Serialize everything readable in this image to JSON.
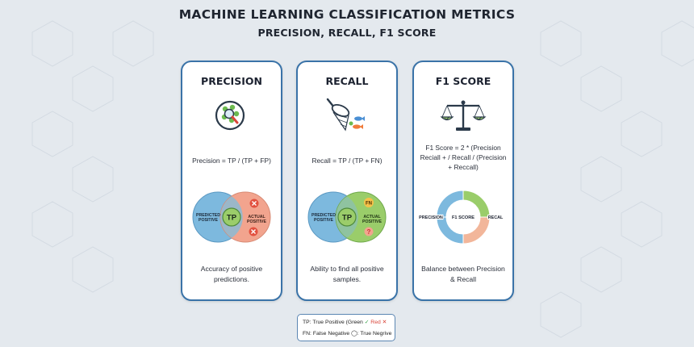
{
  "header": {
    "title": "MACHINE LEARNING CLASSIFICATION METRICS",
    "subtitle": "PRECISION, RECALL, F1 SCORE"
  },
  "cards": {
    "precision": {
      "title": "PRECISION",
      "icon": "magnifier-checklist-icon",
      "formula": "Precision = TP / (TP + FP)",
      "venn": {
        "left_label_1": "PREDICTED",
        "left_label_2": "POSITIVE",
        "center": "TP",
        "right_label_1": "ACTUAL",
        "right_label_2": "POSITIVE"
      },
      "description": "Accuracy of positive predictions."
    },
    "recall": {
      "title": "RECALL",
      "icon": "fishing-net-icon",
      "formula": "Recall = TP / (TP + FN)",
      "venn": {
        "left_label_1": "PREDICTED",
        "left_label_2": "POSITIVE",
        "center": "TP",
        "right_label_1": "ACTUAL",
        "right_label_2": "POSITIVE",
        "fn_label": "FN"
      },
      "description": "Ability to find all positive samples."
    },
    "f1": {
      "title": "F1 SCORE",
      "icon": "balance-scale-icon",
      "formula": "F1 Score = 2 * (Precision Reciall + / Recall / (Precision + Reccall)",
      "ring": {
        "left": "PRECISION",
        "center": "F1 SCORE",
        "right": "RECAL"
      },
      "description": "Balance between Precision & Recall"
    }
  },
  "legend": {
    "row1": "TP: True Positive (Green",
    "row1_red": "Red",
    "row2": "FN: False Negative",
    "row2_tail": "True Negrive"
  },
  "colors": {
    "card_border": "#3a73a8",
    "predicted_blue": "#7db9de",
    "actual_red": "#f2a48e",
    "actual_green": "#9acd6a",
    "background": "#e4e9ee"
  }
}
